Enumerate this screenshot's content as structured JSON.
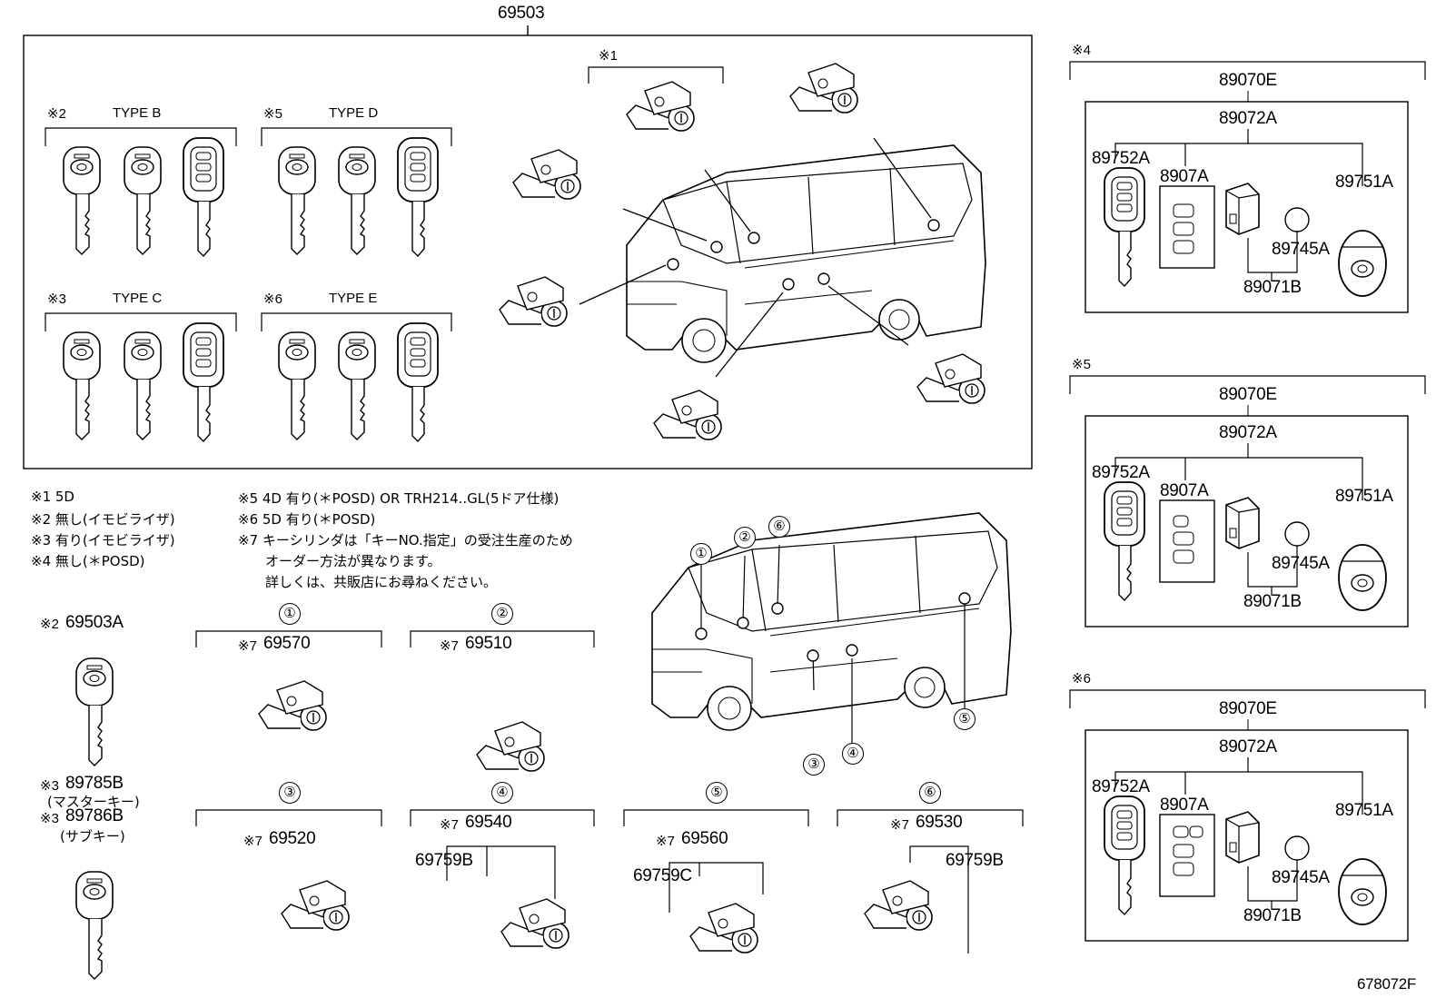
{
  "main": {
    "assembly_number": "69503",
    "groups": [
      {
        "mark": "※2",
        "type": "TYPE B"
      },
      {
        "mark": "※5",
        "type": "TYPE D"
      },
      {
        "mark": "※3",
        "type": "TYPE C"
      },
      {
        "mark": "※6",
        "type": "TYPE E"
      }
    ],
    "top_mark": "※1"
  },
  "notes": [
    "※1 5D",
    "※2 無し(イモビライザ)",
    "※3 有り(イモビライザ)",
    "※4 無し(＊POSD)",
    "※5 4D 有り(＊POSD) OR TRH214..GL(5ドア仕様)",
    "※6 5D 有り(＊POSD)",
    "※7 キーシリンダは「キーNO.指定」の受注生産のため",
    "オーダー方法が異なります。",
    "詳しくは、共販店にお尋ねください。"
  ],
  "keys": {
    "k1_mark": "※2",
    "k1_part": "69503A",
    "k2_mark": "※3",
    "k2_part": "89785B",
    "k2_desc": "(マスターキー)",
    "k3_mark": "※3",
    "k3_part": "89786B",
    "k3_desc": "(サブキー)"
  },
  "cylinders": [
    {
      "circle": "①",
      "mark": "※7",
      "part": "69570"
    },
    {
      "circle": "②",
      "mark": "※7",
      "part": "69510"
    },
    {
      "circle": "③",
      "mark": "※7",
      "part": "69520"
    },
    {
      "circle": "④",
      "mark": "※7",
      "part": "69540",
      "sub": "69759B"
    },
    {
      "circle": "⑤",
      "mark": "※7",
      "part": "69560",
      "sub": "69759C"
    },
    {
      "circle": "⑥",
      "mark": "※7",
      "part": "69530",
      "sub": "69759B"
    }
  ],
  "van_markers": [
    "①",
    "②",
    "⑥",
    "③",
    "④",
    "⑤"
  ],
  "transmitters": [
    {
      "mark": "※4"
    },
    {
      "mark": "※5"
    },
    {
      "mark": "※6"
    }
  ],
  "transmitter_parts": {
    "assy": "89070E",
    "sub": "89072A",
    "key": "89752A",
    "pad": "8907A",
    "case": "89751A",
    "battery": "89745A",
    "board": "89071B"
  },
  "diagram_id": "678072F"
}
